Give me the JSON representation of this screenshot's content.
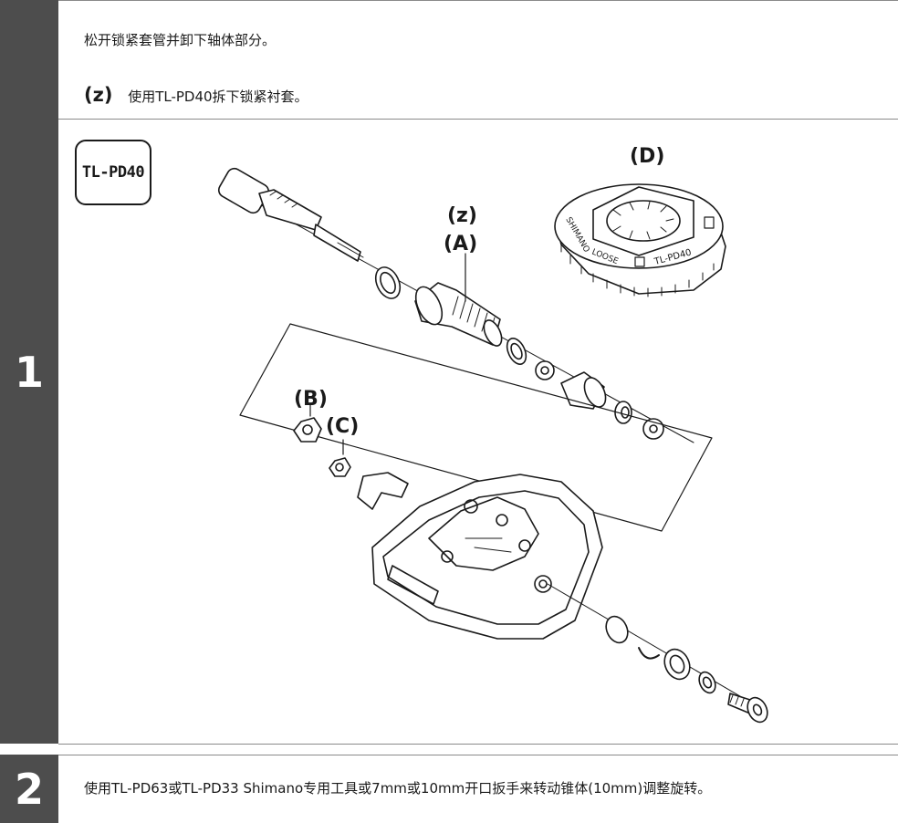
{
  "step1": {
    "number": "1",
    "instruction": "松开锁紧套管并卸下轴体部分。",
    "sub_marker": "(z)",
    "sub_instruction": "使用TL-PD40拆下锁紧衬套。",
    "tool_badge": "TL-PD40",
    "callouts": {
      "z": "(z)",
      "A": "(A)",
      "B": "(B)",
      "C": "(C)",
      "D": "(D)"
    },
    "tool_markings": [
      "SHIMANO",
      "TL-PD40",
      "LOOSE"
    ]
  },
  "step2": {
    "number": "2",
    "instruction": "使用TL-PD63或TL-PD33 Shimano专用工具或7mm或10mm开口扳手来转动锥体(10mm)调整旋转。"
  },
  "colors": {
    "step_bar": "#4d4d4d",
    "rule": "#8a8a8a",
    "ink": "#1a1a1a"
  },
  "icons": [
    "pedal-axle-exploded-illustration",
    "lock-bushing-tool-illustration"
  ]
}
